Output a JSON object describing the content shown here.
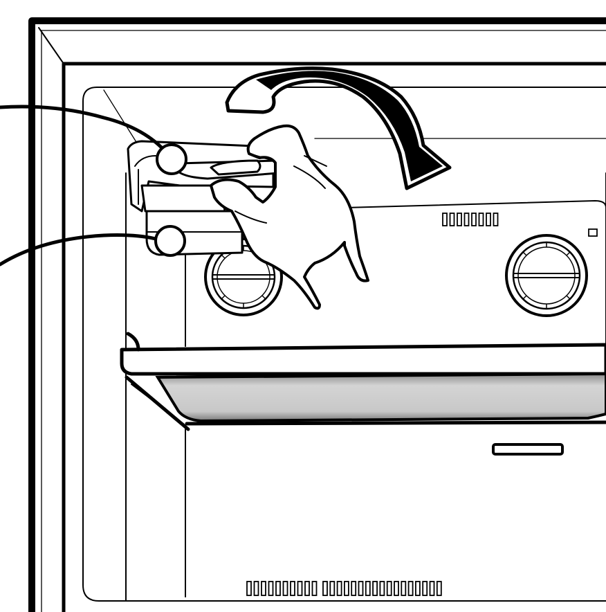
{
  "figure": {
    "description_type": "technical-line-illustration",
    "colors": {
      "line": "#000000",
      "background": "#ffffff",
      "lamp_cover": "#c8c8c8"
    },
    "vent_slots_top": {
      "count": 8
    },
    "vent_slots_bottom": {
      "group_a_count": 10,
      "group_b_count": 17
    },
    "knobs": {
      "count": 2
    },
    "callouts": {
      "count": 2
    }
  }
}
